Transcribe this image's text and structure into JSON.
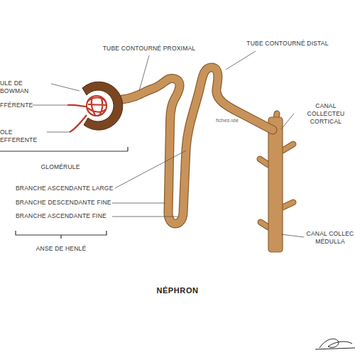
{
  "diagram": {
    "title": "NÉPHRON",
    "labels": [
      "ULE DE BOWMAN",
      "FFÉRENTE",
      "OLE EFFERENTE",
      "GLOMÉRULE",
      "TUBE CONTOURNÉ PROXIMAL",
      "TUBE CONTOURNÉ DISTAL",
      "CANAL COLLECTEU CORTICAL",
      "fiches-ide",
      "BRANCHE ASCENDANTE LARGE",
      "BRANCHE DESCENDANTE FINE",
      "BRANCHE ASCENDANTE FINE",
      "CANAL COLLEC MÉDULLA",
      "ANSE DE HENLÉ"
    ]
  }
}
